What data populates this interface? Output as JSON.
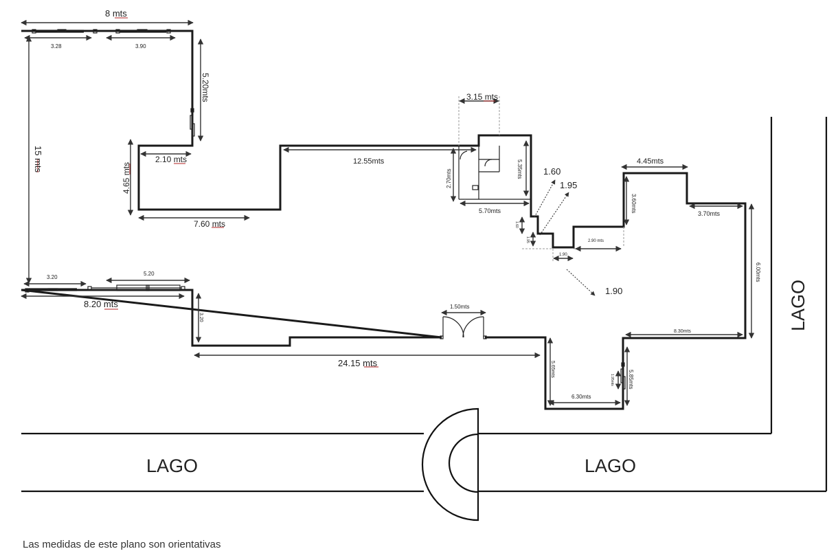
{
  "labels": {
    "top_width": "8 mts",
    "win_top_left": "3.28",
    "win_top_right": "3.90",
    "right_upper": "5.20mts",
    "left_side": "15 mts",
    "step_width": "2.10 mts",
    "step_height": "4.65 mts",
    "wing_width": "7.60 mts",
    "north_wall": "12.55mts",
    "annex_top": "3.15 mts",
    "annex_left": "2.70mts",
    "annex_right": "5.35mts",
    "annex_bottom": "5.70mts",
    "diag_160": "1.60",
    "diag_195": "1.95",
    "diag_190": "1.90",
    "small_190": "1.90",
    "small_290": "2.90 mts",
    "small_v1": "1.60",
    "small_v2": "1.95",
    "ne_top": "4.45mts",
    "ne_left": "3.60mts",
    "ne_step": "3.70mts",
    "east_wall": "6.00mts",
    "se_width": "8.30mts",
    "win_sw": "3.20",
    "win_south": "5.20",
    "sw_width": "8.20 mts",
    "sw_drop": "3.20",
    "south_wall": "24.15 mts",
    "door_width": "1.50mts",
    "bay_left": "5.65mts",
    "bay_width": "6.30mts",
    "bay_door": "1.95mts",
    "bay_right": "5.85mts",
    "lake_south_left": "LAGO",
    "lake_south_right": "LAGO",
    "lake_east": "LAGO"
  },
  "footer": {
    "note": "Las medidas de este plano son orientativas"
  }
}
